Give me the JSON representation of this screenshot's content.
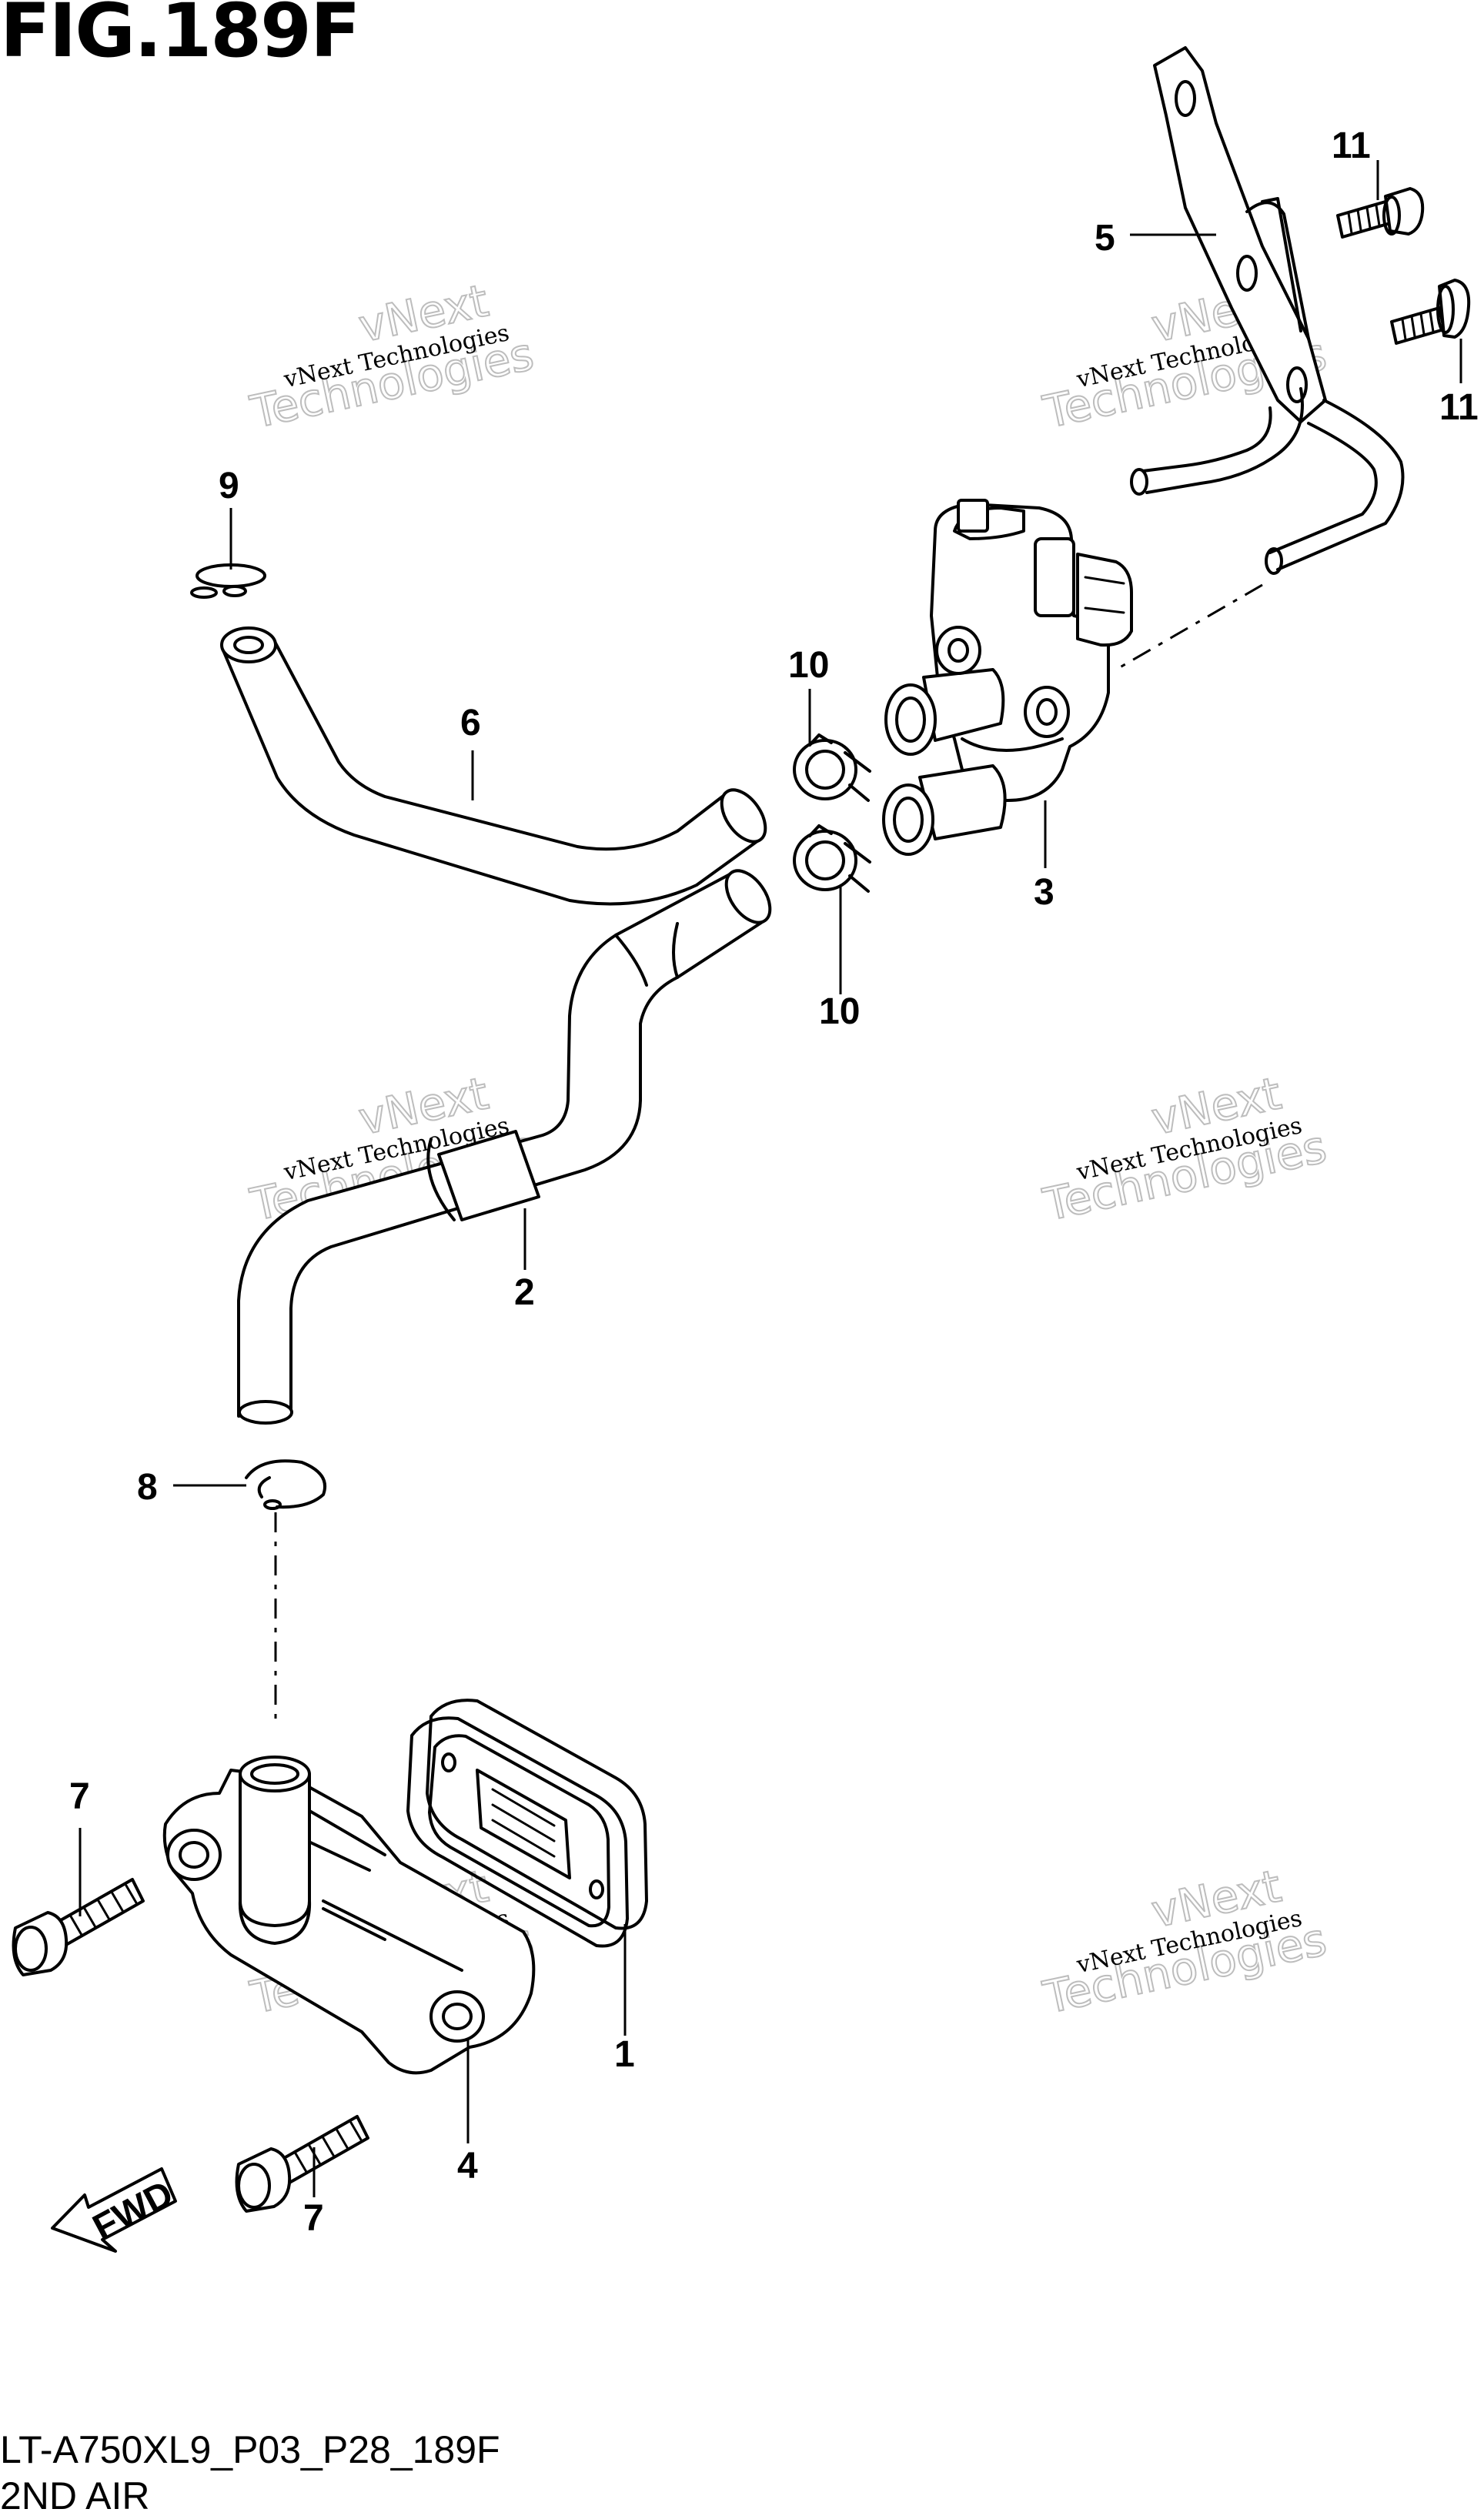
{
  "figure": {
    "title": "FIG.189F",
    "code": "LT-A750XL9_P03_P28_189F",
    "name": "2ND AIR"
  },
  "callouts": [
    {
      "id": "c1",
      "label": "1"
    },
    {
      "id": "c2",
      "label": "2"
    },
    {
      "id": "c3",
      "label": "3"
    },
    {
      "id": "c4",
      "label": "4"
    },
    {
      "id": "c5",
      "label": "5"
    },
    {
      "id": "c6",
      "label": "6"
    },
    {
      "id": "c7a",
      "label": "7"
    },
    {
      "id": "c7b",
      "label": "7"
    },
    {
      "id": "c8",
      "label": "8"
    },
    {
      "id": "c9",
      "label": "9"
    },
    {
      "id": "c10a",
      "label": "10"
    },
    {
      "id": "c10b",
      "label": "10"
    },
    {
      "id": "c11a",
      "label": "11"
    },
    {
      "id": "c11b",
      "label": "11"
    }
  ],
  "fwd_label": "FWD",
  "watermark": {
    "line1": "vNext Technologies",
    "line2": "Technologies",
    "line3": "vNext"
  }
}
